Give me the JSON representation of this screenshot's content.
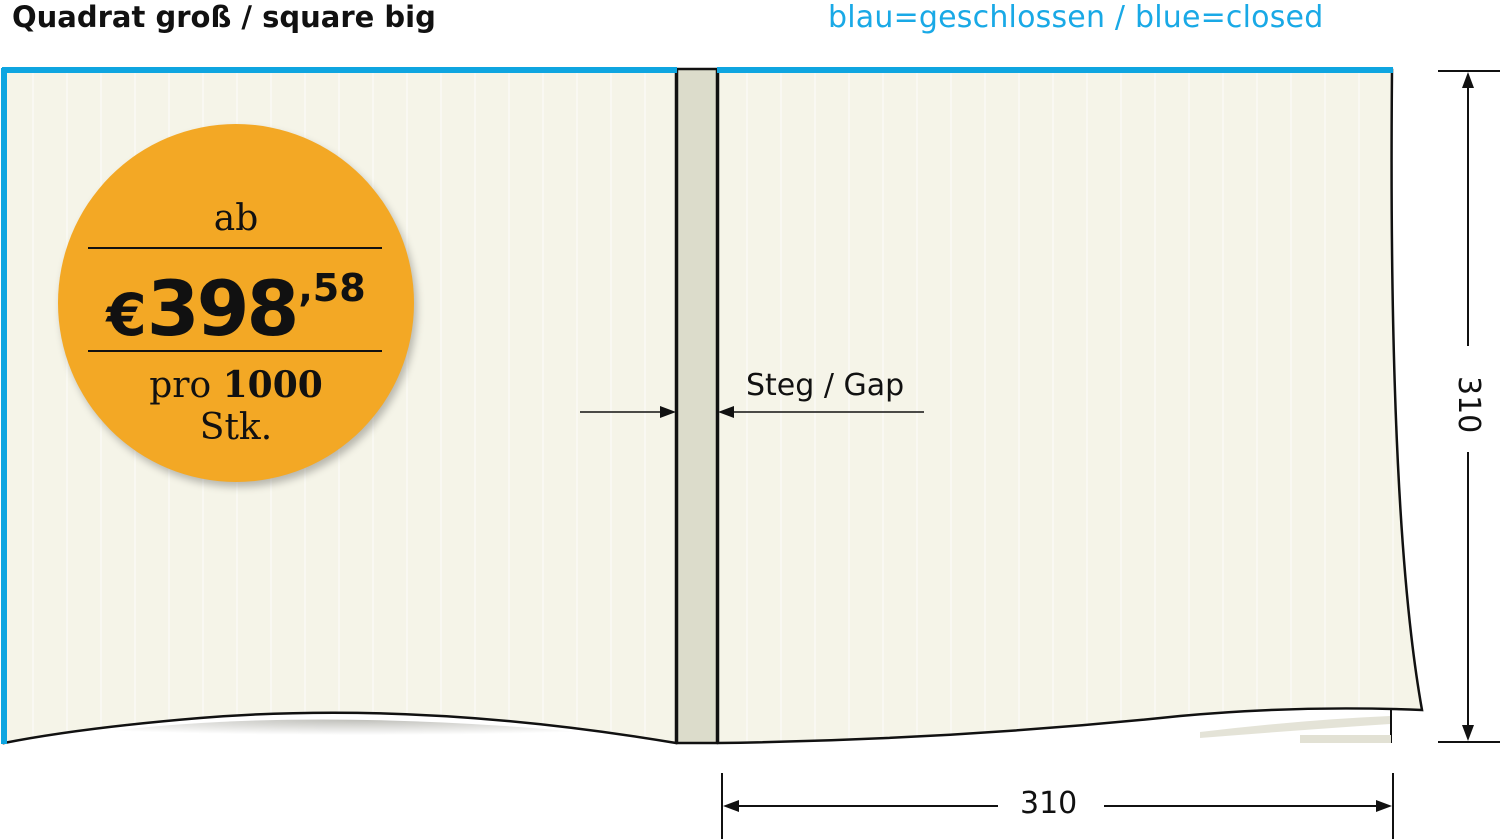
{
  "header": {
    "title": "Quadrat groß / square big",
    "legend_note": "blau=geschlossen / blue=closed"
  },
  "price_badge": {
    "prefix": "ab",
    "currency": "€",
    "amount_main": "398",
    "amount_cents": ",58",
    "per_label": "pro",
    "quantity": "1000",
    "unit": "Stk."
  },
  "annotations": {
    "gap_label": "Steg / Gap",
    "width_value": "310",
    "height_value": "310"
  },
  "colors": {
    "closed_edge_blue": "#0ea5e0",
    "legend_blue": "#19a9e6",
    "badge_orange": "#f3a825",
    "paper": "#f5f4e8",
    "gap_strip": "#dcdccb",
    "outline": "#111111"
  }
}
